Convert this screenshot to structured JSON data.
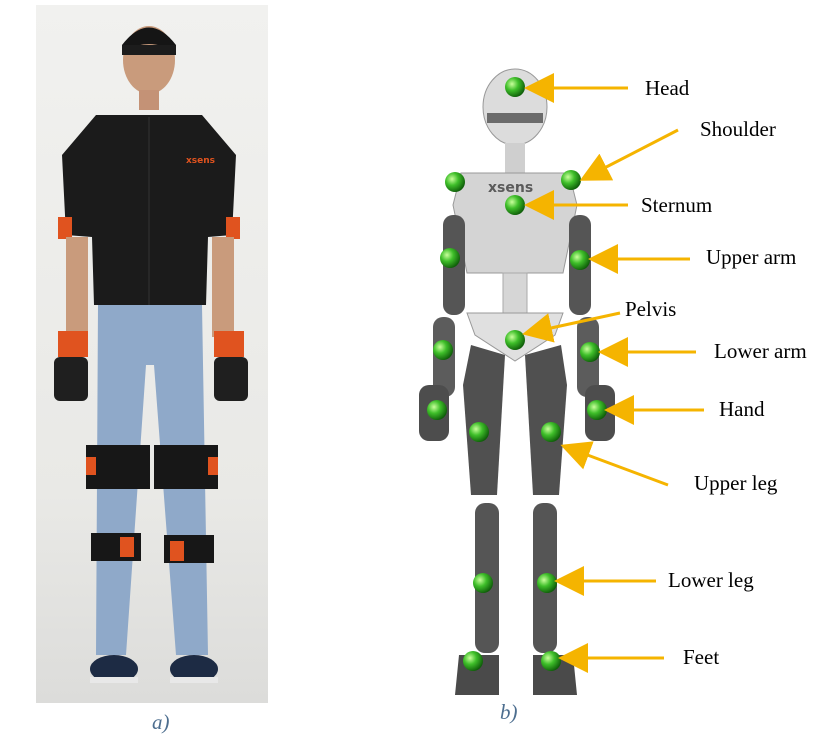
{
  "figure": {
    "photo_caption": "a)",
    "model_caption": "b)",
    "model_chest_logo": "xsens",
    "photo_shirt_logo": "xsens",
    "colors": {
      "sensor": "#3fbf2a",
      "arrow": "#f5b400",
      "suit": "#1b1b1b",
      "strap": "#e0531f",
      "jeans": "#8fa9c9"
    }
  },
  "sensor_labels": [
    {
      "id": "head",
      "text": "Head"
    },
    {
      "id": "shoulder",
      "text": "Shoulder"
    },
    {
      "id": "sternum",
      "text": "Sternum"
    },
    {
      "id": "upper-arm",
      "text": "Upper arm"
    },
    {
      "id": "pelvis",
      "text": "Pelvis"
    },
    {
      "id": "lower-arm",
      "text": "Lower arm"
    },
    {
      "id": "hand",
      "text": "Hand"
    },
    {
      "id": "upper-leg",
      "text": "Upper leg"
    },
    {
      "id": "lower-leg",
      "text": "Lower leg"
    },
    {
      "id": "feet",
      "text": "Feet"
    }
  ]
}
